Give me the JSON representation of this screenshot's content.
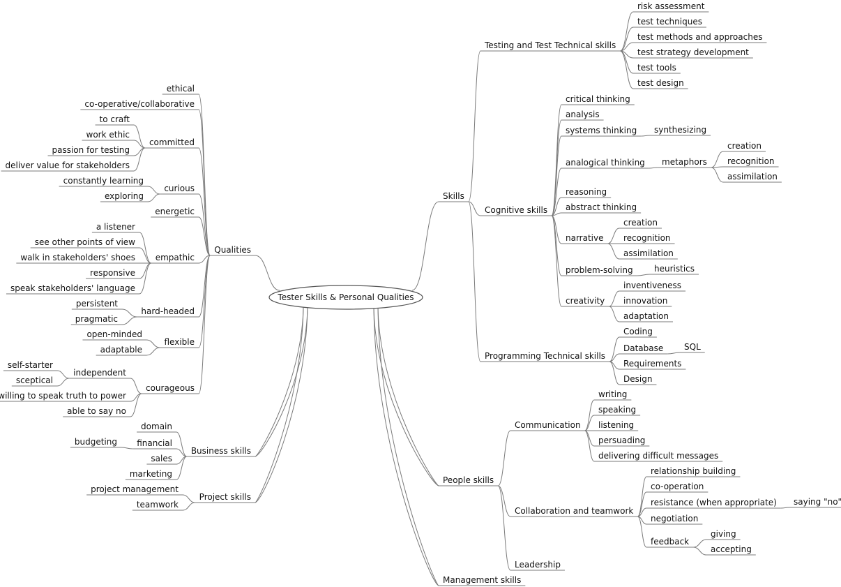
{
  "root": "Tester Skills & Personal Qualities",
  "nodes": [
    {
      "id": "qualities",
      "label": "Qualities",
      "parent": "root"
    },
    {
      "id": "ethical",
      "label": "ethical",
      "parent": "qualities"
    },
    {
      "id": "coop",
      "label": "co-operative/collaborative",
      "parent": "qualities"
    },
    {
      "id": "committed",
      "label": "committed",
      "parent": "qualities"
    },
    {
      "id": "tocraft",
      "label": "to craft",
      "parent": "committed"
    },
    {
      "id": "workethic",
      "label": "work ethic",
      "parent": "committed"
    },
    {
      "id": "passion",
      "label": "passion for testing",
      "parent": "committed"
    },
    {
      "id": "delivervalue",
      "label": "deliver value for stakeholders",
      "parent": "committed"
    },
    {
      "id": "curious",
      "label": "curious",
      "parent": "qualities"
    },
    {
      "id": "constlearn",
      "label": "constantly learning",
      "parent": "curious"
    },
    {
      "id": "exploring",
      "label": "exploring",
      "parent": "curious"
    },
    {
      "id": "energetic",
      "label": "energetic",
      "parent": "qualities"
    },
    {
      "id": "empathic",
      "label": "empathic",
      "parent": "qualities"
    },
    {
      "id": "listener",
      "label": "a listener",
      "parent": "empathic"
    },
    {
      "id": "otherpov",
      "label": "see other points of view",
      "parent": "empathic"
    },
    {
      "id": "walkshoes",
      "label": "walk in stakeholders' shoes",
      "parent": "empathic"
    },
    {
      "id": "responsive",
      "label": "responsive",
      "parent": "empathic"
    },
    {
      "id": "speaklang",
      "label": "speak stakeholders' language",
      "parent": "empathic"
    },
    {
      "id": "hardheaded",
      "label": "hard-headed",
      "parent": "qualities"
    },
    {
      "id": "persistent",
      "label": "persistent",
      "parent": "hardheaded"
    },
    {
      "id": "pragmatic",
      "label": "pragmatic",
      "parent": "hardheaded"
    },
    {
      "id": "flexible",
      "label": "flexible",
      "parent": "qualities"
    },
    {
      "id": "openminded",
      "label": "open-minded",
      "parent": "flexible"
    },
    {
      "id": "adaptable",
      "label": "adaptable",
      "parent": "flexible"
    },
    {
      "id": "courageous",
      "label": "courageous",
      "parent": "qualities"
    },
    {
      "id": "independent",
      "label": "independent",
      "parent": "courageous"
    },
    {
      "id": "selfstarter",
      "label": "self-starter",
      "parent": "independent"
    },
    {
      "id": "sceptical",
      "label": "sceptical",
      "parent": "independent"
    },
    {
      "id": "truthpower",
      "label": "willing to speak truth to power",
      "parent": "courageous"
    },
    {
      "id": "sayno",
      "label": "able to say no",
      "parent": "courageous"
    },
    {
      "id": "business",
      "label": "Business skills",
      "parent": "root"
    },
    {
      "id": "domain",
      "label": "domain",
      "parent": "business"
    },
    {
      "id": "financial",
      "label": "financial",
      "parent": "business"
    },
    {
      "id": "budgeting",
      "label": "budgeting",
      "parent": "financial"
    },
    {
      "id": "sales",
      "label": "sales",
      "parent": "business"
    },
    {
      "id": "marketing",
      "label": "marketing",
      "parent": "business"
    },
    {
      "id": "project",
      "label": "Project skills",
      "parent": "root"
    },
    {
      "id": "projmgmt",
      "label": "project management",
      "parent": "project"
    },
    {
      "id": "teamwork",
      "label": "teamwork",
      "parent": "project"
    },
    {
      "id": "skills",
      "label": "Skills",
      "parent": "root"
    },
    {
      "id": "testing",
      "label": "Testing and Test Technical skills",
      "parent": "skills"
    },
    {
      "id": "riskassess",
      "label": "risk assessment",
      "parent": "testing"
    },
    {
      "id": "testtech",
      "label": "test techniques",
      "parent": "testing"
    },
    {
      "id": "testmethods",
      "label": "test methods and approaches",
      "parent": "testing"
    },
    {
      "id": "teststrategy",
      "label": "test strategy development",
      "parent": "testing"
    },
    {
      "id": "testtools",
      "label": "test tools",
      "parent": "testing"
    },
    {
      "id": "testdesign",
      "label": "test design",
      "parent": "testing"
    },
    {
      "id": "cognitive",
      "label": "Cognitive skills",
      "parent": "skills"
    },
    {
      "id": "critical",
      "label": "critical thinking",
      "parent": "cognitive"
    },
    {
      "id": "analysis",
      "label": "analysis",
      "parent": "cognitive"
    },
    {
      "id": "systems",
      "label": "systems thinking",
      "parent": "cognitive"
    },
    {
      "id": "synthesizing",
      "label": "synthesizing",
      "parent": "systems"
    },
    {
      "id": "analogical",
      "label": "analogical thinking",
      "parent": "cognitive"
    },
    {
      "id": "metaphors",
      "label": "metaphors",
      "parent": "analogical"
    },
    {
      "id": "m_creation",
      "label": "creation",
      "parent": "metaphors"
    },
    {
      "id": "m_recognition",
      "label": "recognition",
      "parent": "metaphors"
    },
    {
      "id": "m_assimilation",
      "label": "assimilation",
      "parent": "metaphors"
    },
    {
      "id": "reasoning",
      "label": "reasoning",
      "parent": "cognitive"
    },
    {
      "id": "abstract",
      "label": "abstract thinking",
      "parent": "cognitive"
    },
    {
      "id": "narrative",
      "label": "narrative",
      "parent": "cognitive"
    },
    {
      "id": "n_creation",
      "label": "creation",
      "parent": "narrative"
    },
    {
      "id": "n_recognition",
      "label": "recognition",
      "parent": "narrative"
    },
    {
      "id": "n_assimilation",
      "label": "assimilation",
      "parent": "narrative"
    },
    {
      "id": "problemsolving",
      "label": "problem-solving",
      "parent": "cognitive"
    },
    {
      "id": "heuristics",
      "label": "heuristics",
      "parent": "problemsolving"
    },
    {
      "id": "creativity",
      "label": "creativity",
      "parent": "cognitive"
    },
    {
      "id": "inventiveness",
      "label": "inventiveness",
      "parent": "creativity"
    },
    {
      "id": "innovation",
      "label": "innovation",
      "parent": "creativity"
    },
    {
      "id": "adaptation",
      "label": "adaptation",
      "parent": "creativity"
    },
    {
      "id": "programming",
      "label": "Programming Technical skills",
      "parent": "skills"
    },
    {
      "id": "coding",
      "label": "Coding",
      "parent": "programming"
    },
    {
      "id": "database",
      "label": "Database",
      "parent": "programming"
    },
    {
      "id": "sql",
      "label": "SQL",
      "parent": "database"
    },
    {
      "id": "requirements",
      "label": "Requirements",
      "parent": "programming"
    },
    {
      "id": "design",
      "label": "Design",
      "parent": "programming"
    },
    {
      "id": "people",
      "label": "People skills",
      "parent": "root"
    },
    {
      "id": "communication",
      "label": "Communication",
      "parent": "people"
    },
    {
      "id": "writing",
      "label": "writing",
      "parent": "communication"
    },
    {
      "id": "speaking",
      "label": "speaking",
      "parent": "communication"
    },
    {
      "id": "listening",
      "label": "listening",
      "parent": "communication"
    },
    {
      "id": "persuading",
      "label": "persuading",
      "parent": "communication"
    },
    {
      "id": "difficultmsg",
      "label": "delivering difficult messages",
      "parent": "communication"
    },
    {
      "id": "collab",
      "label": "Collaboration and teamwork",
      "parent": "people"
    },
    {
      "id": "relbuilding",
      "label": "relationship building",
      "parent": "collab"
    },
    {
      "id": "cooperation",
      "label": "co-operation",
      "parent": "collab"
    },
    {
      "id": "resistance",
      "label": "resistance (when appropriate)",
      "parent": "collab"
    },
    {
      "id": "sayingno",
      "label": "saying \"no\"",
      "parent": "resistance"
    },
    {
      "id": "negotiation",
      "label": "negotiation",
      "parent": "collab"
    },
    {
      "id": "feedback",
      "label": "feedback",
      "parent": "collab"
    },
    {
      "id": "giving",
      "label": "giving",
      "parent": "feedback"
    },
    {
      "id": "accepting",
      "label": "accepting",
      "parent": "feedback"
    },
    {
      "id": "leadership",
      "label": "Leadership",
      "parent": "people"
    },
    {
      "id": "management",
      "label": "Management skills",
      "parent": "root"
    }
  ]
}
